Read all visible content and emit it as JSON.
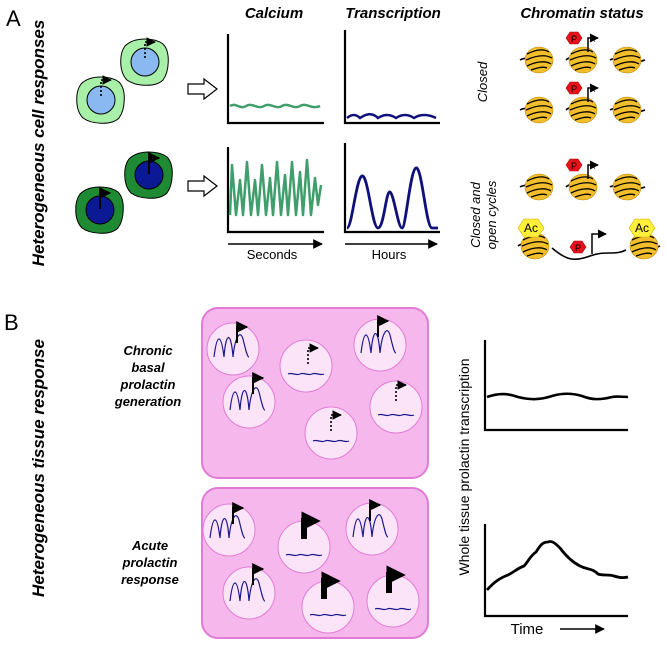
{
  "panel_a": {
    "letter": "A",
    "side_title": "Heterogeneous cell responses",
    "col_calcium": "Calcium",
    "col_transcription": "Transcription",
    "col_chromatin": "Chromatin status",
    "x_label_seconds": "Seconds",
    "x_label_hours": "Hours",
    "label_closed": "Closed",
    "label_cycles_1": "Closed and",
    "label_cycles_2": "open cycles",
    "p_marker": "P",
    "ac_marker": "Ac",
    "colors": {
      "calcium_trace": "#3f9e6b",
      "transcription_trace": "#10107a",
      "cell_light": "#a8f0a8",
      "cell_dark": "#1e8a33",
      "nucleus_light": "#8ab8f0",
      "nucleus_dark": "#0b1a94",
      "p_hexagon": "#e8101a",
      "ac_hexagon": "#ffee3a"
    }
  },
  "panel_b": {
    "letter": "B",
    "side_title": "Heterogeneous tissue response",
    "chronic_label": [
      "Chronic",
      "basal",
      "prolactin",
      "generation"
    ],
    "acute_label": [
      "Acute",
      "prolactin",
      "response"
    ],
    "y_axis_label": "Whole tissue prolactin transcription",
    "x_axis_label": "Time",
    "colors": {
      "tissue_fill": "#f6b8ec",
      "tissue_border": "#e27bd6",
      "cell_fill": "#fbe4f7"
    }
  }
}
